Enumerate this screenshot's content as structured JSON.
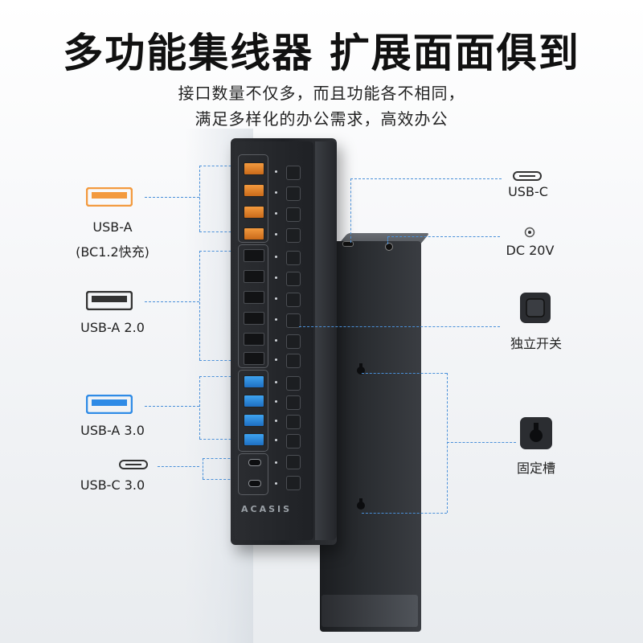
{
  "headline": "多功能集线器 扩展面面俱到",
  "subtitle": {
    "line1": "接口数量不仅多，而且功能各不相同，",
    "line2": "满足多样化的办公需求，高效办公"
  },
  "brand": "ACASIS",
  "left_labels": {
    "usb_a_fast_1": "USB-A",
    "usb_a_fast_2": "(BC1.2快充)",
    "usb_a2": "USB-A 2.0",
    "usb_a3": "USB-A 3.0",
    "usb_c3": "USB-C 3.0"
  },
  "right_labels": {
    "usb_c": "USB-C",
    "dc": "DC 20V",
    "switch": "独立开关",
    "slot": "固定槽"
  },
  "colors": {
    "orange": "#f39a3e",
    "blue": "#2f8be6",
    "dashed": "#4a90d9"
  }
}
